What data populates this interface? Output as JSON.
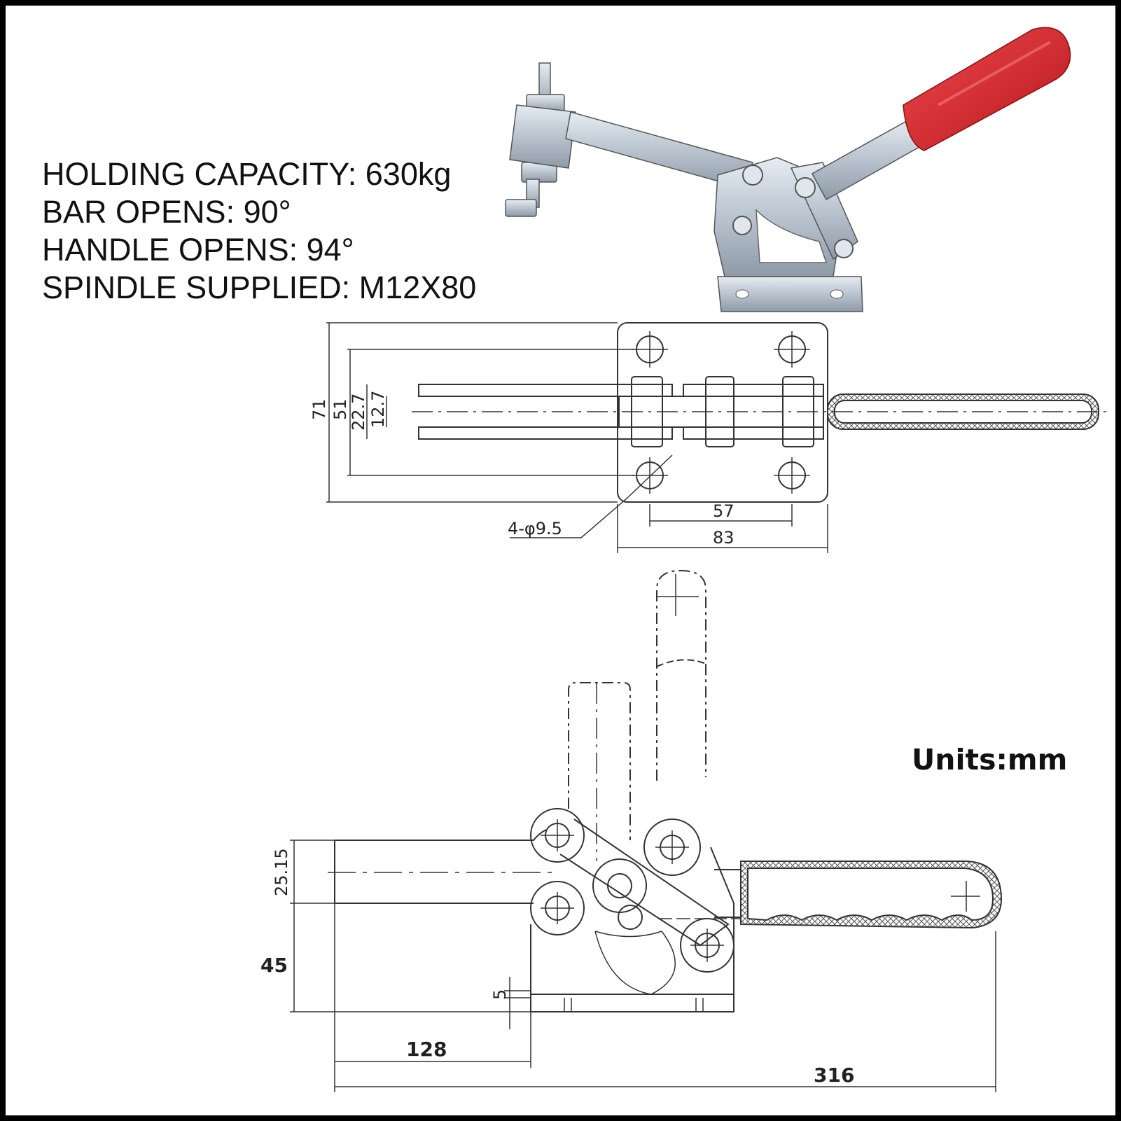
{
  "specs": [
    {
      "label": "HOLDING CAPACITY:",
      "value": "630kg"
    },
    {
      "label": "BAR OPENS:",
      "value": "90°"
    },
    {
      "label": "HANDLE OPENS:",
      "value": "94°"
    },
    {
      "label": "SPINDLE SUPPLIED:",
      "value": "M12X80"
    }
  ],
  "units_label": "Units:mm",
  "top_view": {
    "height_overall": "71",
    "hole_spacing_vertical": "51",
    "bar_outer_width": "22.7",
    "bar_inner_width": "12.7",
    "hole_spec": "4-φ9.5",
    "hole_spacing_horizontal": "57",
    "base_width": "83"
  },
  "side_view": {
    "pivot_height": "25.15",
    "base_height": "45",
    "plate_thickness": "5",
    "bar_length": "128",
    "overall_length": "316"
  },
  "colors": {
    "handle_grip": "#d9252a",
    "steel": "#b9c4cf",
    "line": "#333333"
  }
}
